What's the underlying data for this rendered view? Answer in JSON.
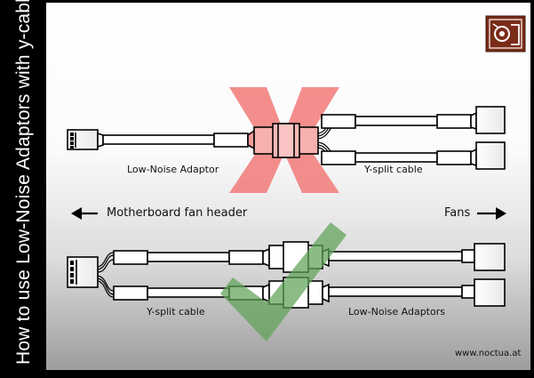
{
  "title": "How to use Low-Noise Adaptors with y-cables",
  "top_diagram": {
    "adaptor_label": "Low-Noise Adaptor",
    "ysplit_label": "Y-split cable",
    "status": "wrong",
    "mark_color": "#f27a78"
  },
  "direction": {
    "left_label": "Motherboard fan header",
    "right_label": "Fans"
  },
  "bottom_diagram": {
    "ysplit_label": "Y-split cable",
    "adaptor_label": "Low-Noise Adaptors",
    "status": "correct",
    "mark_color": "#5fa257"
  },
  "website": "www.noctua.at",
  "brand": {
    "logo": "noctua-owl-logo",
    "logo_color": "#7a2c18"
  },
  "colors": {
    "background_top": "#ffffff",
    "background_bottom": "#9a9a9a",
    "frame": "#000000"
  }
}
